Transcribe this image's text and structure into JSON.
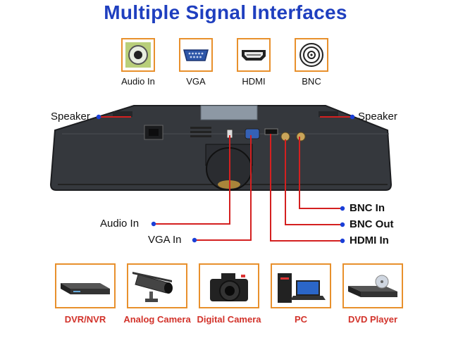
{
  "title": "Multiple Signal Interfaces",
  "interfaces": [
    {
      "label": "Audio In",
      "icon": "audio-jack-icon"
    },
    {
      "label": "VGA",
      "icon": "vga-port-icon"
    },
    {
      "label": "HDMI",
      "icon": "hdmi-port-icon"
    },
    {
      "label": "BNC",
      "icon": "bnc-port-icon"
    }
  ],
  "callouts": {
    "speaker_left": "Speaker",
    "speaker_right": "Speaker",
    "audio_in": "Audio In",
    "vga_in": "VGA In",
    "bnc_in": "BNC In",
    "bnc_out": "BNC Out",
    "hdmi_in": "HDMI In"
  },
  "devices": [
    {
      "label": "DVR/NVR",
      "icon": "dvr-recorder-icon"
    },
    {
      "label": "Analog Camera",
      "icon": "cctv-camera-icon"
    },
    {
      "label": "Digital Camera",
      "icon": "dslr-camera-icon"
    },
    {
      "label": "PC",
      "icon": "pc-laptop-icon"
    },
    {
      "label": "DVD Player",
      "icon": "dvd-player-icon"
    }
  ],
  "colors": {
    "title": "#1f3fbf",
    "frame_orange": "#e8902c",
    "connector_red": "#d42020",
    "dot_blue": "#1a3fd8",
    "device_label_red": "#d2322a"
  }
}
